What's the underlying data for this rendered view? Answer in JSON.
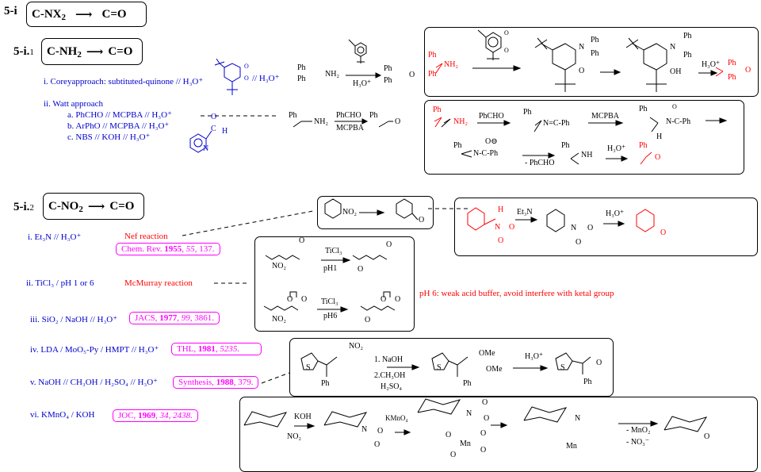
{
  "section_main": {
    "number": "5-i",
    "title_from": "C-NX",
    "title_from_sub": "2",
    "title_to": "C=O"
  },
  "section_1": {
    "number": "5-i.",
    "number_sub": "1",
    "title_from": "C-NH",
    "title_from_sub": "2",
    "title_to": "C=O",
    "methods": {
      "corey": "i. Coreyapproach:  subtituted-quinone // H₃O⁺",
      "corey_reagent_suffix": "// H₃O⁺",
      "watt_title": "ii.  Watt approach",
      "watt_a": "a. PhCHO // MCPBA // H₃O⁺",
      "watt_b": "b. ArPhO  //  MCPBA  // H₃O⁺",
      "watt_c": "c.  NBS  //  KOH  //  H₃O⁺"
    },
    "pyridine_aldehyde": {
      "o": "O",
      "c": "C",
      "h": "H",
      "n": "N"
    },
    "corey_scheme": {
      "ph1": "Ph",
      "ph2": "Ph",
      "nh2": "NH₂",
      "quinone_o1": "O",
      "quinone_o2": "O",
      "below_arrow": "H₃O⁺",
      "prod_ph1": "Ph",
      "prod_ph2": "Ph",
      "prod_o": "O"
    },
    "watt_scheme": {
      "ph": "Ph",
      "nh2": "NH₂",
      "above_arrow": "PhCHO",
      "below_arrow": "MCPBA",
      "prod_ph": "Ph",
      "prod_o": "O"
    },
    "mechanism_corey": {
      "start_ph1": "Ph",
      "start_ph2": "Ph",
      "start_nh2": "NH₂",
      "reagent_o1": "O",
      "reagent_o2": "O",
      "int1_n": "N",
      "int1_ph1": "Ph",
      "int1_ph2": "Ph",
      "int1_o": "O",
      "int2_n": "N",
      "int2_ph1": "Ph",
      "int2_ph2": "Ph",
      "int2_oh": "OH",
      "step3_reagent": "H₃O⁺",
      "prod_ph1": "Ph",
      "prod_ph2": "Ph",
      "prod_o": "O"
    },
    "mechanism_watt": {
      "start_ph": "Ph",
      "start_nh2": "NH₂",
      "step1": "PhCHO",
      "int1": "N=C-Ph",
      "int1_ph": "Ph",
      "step2": "MCPBA",
      "int2_ph": "Ph",
      "int2_o": "O",
      "int2_n": "N-C-Ph",
      "int2_h": "H",
      "int3_ph": "Ph",
      "int3_o": "O⊖",
      "int3_n": "N-C-Ph",
      "step3": "- PhCHO",
      "int4_ph": "Ph",
      "int4_nh": "NH",
      "step4": "H₃O⁺",
      "prod_ph": "Ph",
      "prod_o": "O"
    }
  },
  "section_2": {
    "number": "5-i.",
    "number_sub": "2",
    "title_from": "C-NO",
    "title_from_sub": "2",
    "title_to": "C=O",
    "methods": [
      {
        "label": "i. Et₃N  // H₃O⁺"
      },
      {
        "label": "ii. TiCl₃ / pH 1 or 6"
      },
      {
        "label": "iii.  SiO₂ / NaOH // H₃O⁺"
      },
      {
        "label": "iv. LDA / MoO₅-Py / HMPT // H₃O⁺"
      },
      {
        "label": "v.  NaOH // CH₃OH / H₂SO₄ // H₃O⁺"
      },
      {
        "label": "vi.  KMnO₄ / KOH"
      }
    ],
    "named_reactions": {
      "nef": "Nef reaction",
      "mcmurray": "McMurray reaction"
    },
    "references": [
      {
        "journal": "Chem. Rev.",
        "year": "1955",
        "volume": "55",
        "page": "137."
      },
      {
        "journal": "JACS,",
        "year": "1977",
        "volume": "99",
        "page": "3861."
      },
      {
        "journal": "THL,",
        "year": "1981",
        "volume": "",
        "page": "5235."
      },
      {
        "journal": "Synthesis,",
        "year": "1988",
        "volume": "",
        "page": "379."
      },
      {
        "journal": "JOC,",
        "year": "1969",
        "volume": "34",
        "page": "2438."
      }
    ],
    "note_ph6": "pH 6: weak acid buffer, avoid interfere with ketal group",
    "nef_scheme": {
      "no2": "NO₂",
      "o": "O"
    },
    "nef_mechanism": {
      "h": "H",
      "n": "N",
      "o1": "O",
      "o2": "O",
      "reagent": "Et₃N",
      "int_n": "N",
      "int_o1": "O",
      "int_o2": "O",
      "step2": "H₃O⁺",
      "prod_o": "O"
    },
    "ticl3_scheme": {
      "top_no2": "NO₂",
      "top_o": "O",
      "top_reagent": "TiCl₃",
      "top_cond": "pH1",
      "top_prod_o1": "O",
      "top_prod_o2": "O",
      "bot_no2": "NO₂",
      "bot_o1": "O",
      "bot_o2": "O",
      "bot_reagent": "TiCl₃",
      "bot_cond": "pH6",
      "bot_prod_o1": "O",
      "bot_prod_o2": "O",
      "bot_prod_o3": "O"
    },
    "thiophene_scheme": {
      "s1": "S",
      "no2": "NO₂",
      "ph1": "Ph",
      "step1a": "1. NaOH",
      "step1b": "2.CH₃OH",
      "step1c": "H₂SO₄",
      "s2": "S",
      "ome1": "OMe",
      "ome2": "OMe",
      "ph2": "Ph",
      "step2": "H₃O⁺",
      "s3": "S",
      "o": "O",
      "ph3": "Ph"
    },
    "kmno4_scheme": {
      "no2": "NO₂",
      "step1": "KOH",
      "nitronate_n": "N",
      "nitronate_o1": "O",
      "nitronate_o2": "O",
      "step2": "KMnO₄",
      "int_n": "N",
      "int_o1": "O",
      "int_o2": "O",
      "int_mn": "Mn",
      "int_mno1": "O",
      "int_mno2": "O",
      "int_mno3": "O",
      "int_o": "O",
      "int2_n": "N",
      "int2_mn": "Mn",
      "byproduct1": "- MnO₂",
      "byproduct2": "- NO₃⁻",
      "prod_o": "O"
    }
  },
  "colors": {
    "method_text": "#0000cc",
    "named_reaction": "#ff0000",
    "reference": "#ff00ff",
    "highlight_structure": "#ff0000"
  }
}
